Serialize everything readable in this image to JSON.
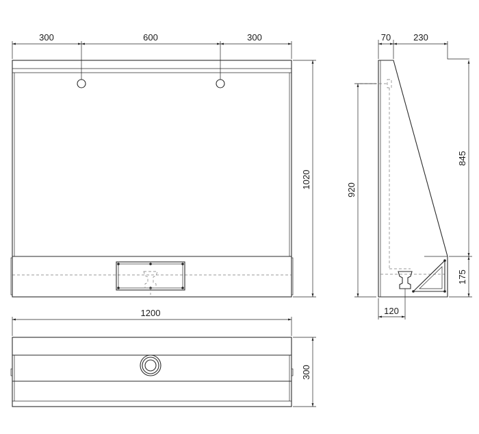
{
  "dimensions": {
    "front_left_offset": "300",
    "front_center_spacing": "600",
    "front_right_offset": "300",
    "front_height": "1020",
    "top_width": "1200",
    "top_depth": "300",
    "side_top_back": "70",
    "side_top_front": "230",
    "side_upper_height": "845",
    "side_total_height": "920",
    "side_lower_height": "175",
    "side_base_depth": "120"
  }
}
